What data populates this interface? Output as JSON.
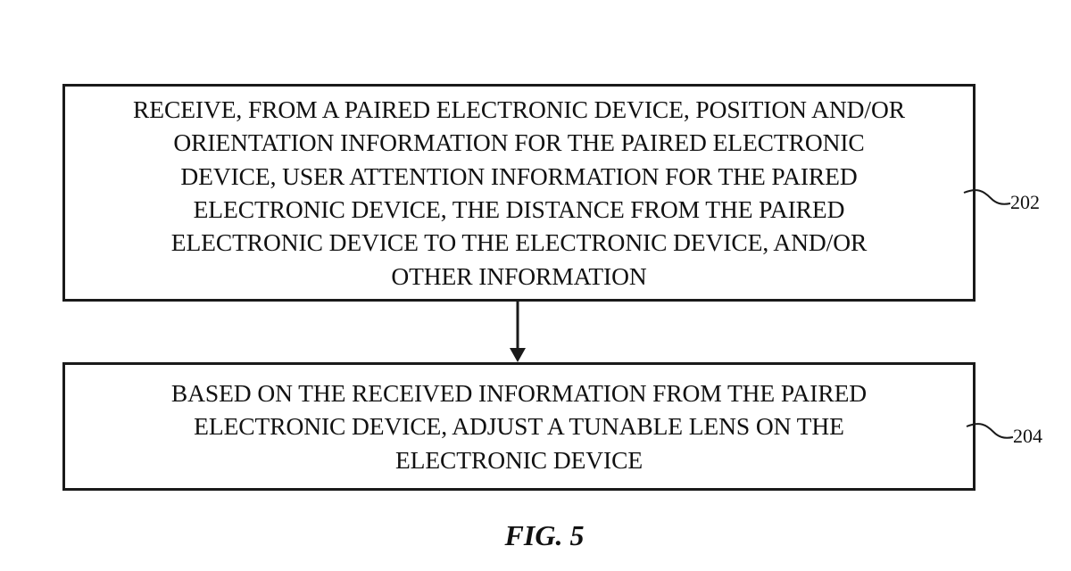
{
  "steps": [
    {
      "ref": "202",
      "lines": [
        "RECEIVE, FROM A PAIRED ELECTRONIC DEVICE, POSITION AND/OR",
        "ORIENTATION INFORMATION FOR THE PAIRED ELECTRONIC",
        "DEVICE, USER ATTENTION INFORMATION FOR THE PAIRED",
        "ELECTRONIC DEVICE, THE DISTANCE FROM THE PAIRED",
        "ELECTRONIC DEVICE TO THE ELECTRONIC DEVICE, AND/OR",
        "OTHER INFORMATION"
      ]
    },
    {
      "ref": "204",
      "lines": [
        "BASED ON THE RECEIVED INFORMATION FROM THE PAIRED",
        "ELECTRONIC DEVICE, ADJUST A TUNABLE LENS ON THE",
        "ELECTRONIC DEVICE"
      ]
    }
  ],
  "figure_label": "FIG. 5"
}
